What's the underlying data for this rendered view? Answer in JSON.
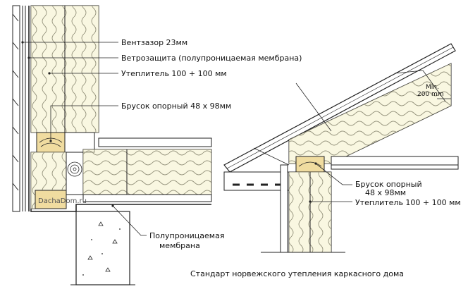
{
  "labels": {
    "air_gap": "Вентзазор 23мм",
    "wind_barrier": "Ветрозащита (полупроницаемая мембрана)",
    "insulation_left": "Утеплитель 100 + 100 мм",
    "support_beam_left": "Брусок опорный 48 х 98мм",
    "membrane_line1": "Полупроницаемая",
    "membrane_line2": "мембрана",
    "min_line1": "Min.",
    "min_line2": "200 mm",
    "support_beam_right_line1": "Брусок опорный",
    "support_beam_right_line2": "48 х 98мм",
    "insulation_right": "Утеплитель 100 + 100 мм",
    "caption": "Стандарт норвежского утепления каркасного дома",
    "watermark": "DachaDom.ru"
  },
  "colors": {
    "line": "#222222",
    "insulation_fill": "#f4f0c8",
    "timber_fill": "#f0dca0",
    "concrete_fill": "#ffffff"
  }
}
